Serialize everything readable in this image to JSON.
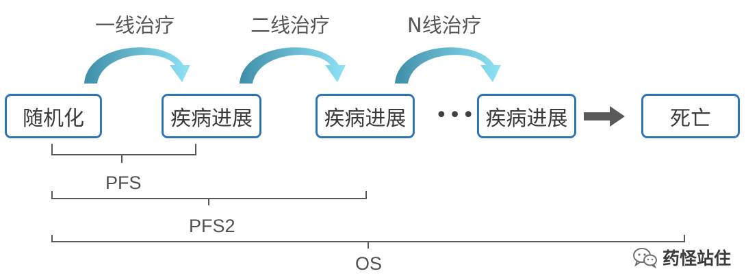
{
  "flow": {
    "nodes": [
      {
        "label": "随机化"
      },
      {
        "label": "疾病进展"
      },
      {
        "label": "疾病进展"
      },
      {
        "label": "疾病进展"
      },
      {
        "label": "死亡"
      }
    ],
    "ellipsis": "•••",
    "therapy_arcs": [
      {
        "label": "一线治疗"
      },
      {
        "label": "二线治疗"
      },
      {
        "label": "N线治疗"
      }
    ]
  },
  "ranges": [
    {
      "label": "PFS"
    },
    {
      "label": "PFS2"
    },
    {
      "label": "OS"
    }
  ],
  "colors": {
    "box_border": "#2e75b6",
    "arc_light": "#8fe3f5",
    "arc_dark": "#3e8ea8",
    "bracket": "#595959",
    "arrow": "#595959"
  },
  "watermark": {
    "icon": "wechat-icon",
    "text": "药怪站住"
  }
}
